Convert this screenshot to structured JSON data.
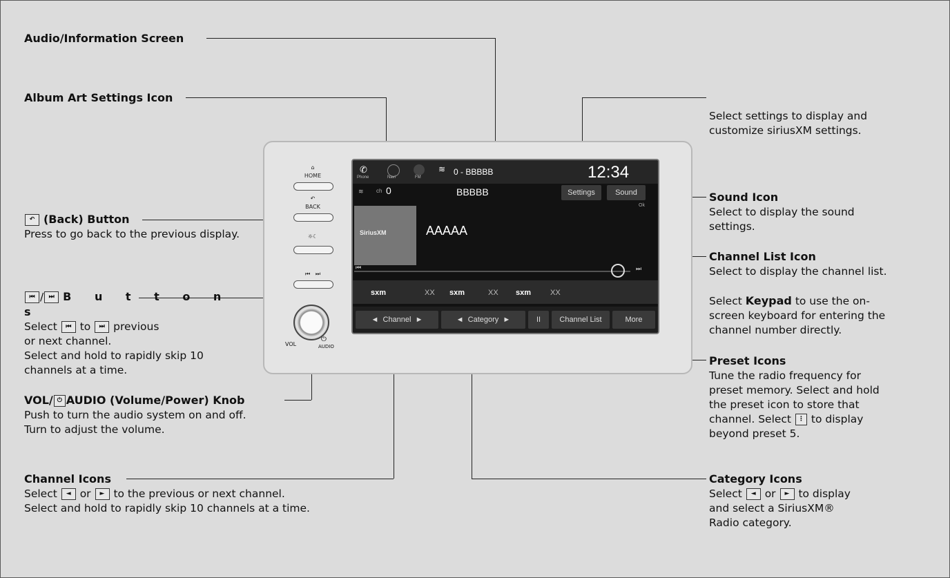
{
  "callouts": {
    "audio_screen": "Audio/Information Screen",
    "album_art": "Album Art Settings Icon",
    "settings_desc": "Select settings to display and customize siriusXM settings.",
    "back_button": "(Back) Button",
    "back_desc": "Press to go back to the previous display.",
    "skip_title": "B u t t o n s",
    "skip_l1a": "Select",
    "skip_l1b": "to",
    "skip_l1c": "previous",
    "skip_l2": "or next channel.",
    "skip_l3": "Select and hold to rapidly skip 10",
    "skip_l4": "channels at a time.",
    "vol_title_a": "VOL/",
    "vol_title_b": "AUDIO (Volume/Power) Knob",
    "vol_l1": "Push to turn the audio system on and off.",
    "vol_l2": "Turn to adjust the volume.",
    "channel_title": "Channel Icons",
    "channel_l1a": "Select",
    "channel_l1b": "or",
    "channel_l1c": "to the previous or next channel.",
    "channel_l2": "Select and hold to rapidly skip 10 channels at a time.",
    "sound_title": "Sound Icon",
    "sound_l1": "Select to display the sound",
    "sound_l2": "settings.",
    "list_title": "Channel List Icon",
    "list_l1": "Select to display the channel list.",
    "list_l2a": "Select",
    "list_l2b": "Keypad",
    "list_l2c": "to use the on-",
    "list_l3": "screen keyboard for entering the",
    "list_l4": "channel number directly.",
    "preset_title": "Preset Icons",
    "preset_l1": "Tune the radio frequency for",
    "preset_l2": "preset memory. Select and hold",
    "preset_l3": "the preset icon to store that",
    "preset_l4a": "channel. Select",
    "preset_l4b": "to display",
    "preset_l5": "beyond preset 5.",
    "category_title": "Category Icons",
    "category_l1a": "Select",
    "category_l1b": "or",
    "category_l1c": "to display",
    "category_l2": "and select a SiriusXM®",
    "category_l3": "Radio category."
  },
  "head_unit": {
    "home": "HOME",
    "back": "BACK",
    "vol": "VOL",
    "audio": "AUDIO"
  },
  "screen": {
    "status_text": "0 - BBBBB",
    "clock": "12:34",
    "nav_phone": "Phone",
    "nav_navi": "Navi",
    "nav_fm": "FM",
    "ch_label": "ch",
    "ch_value": "0",
    "station": "BBBBB",
    "settings_btn": "Settings",
    "sound_btn": "Sound",
    "logo": "SiriusXM",
    "track": "AAAAA",
    "ok": "Ok",
    "preset_logo": "sxm",
    "preset_value": "XX",
    "channel_btn": "Channel",
    "category_btn": "Category",
    "pause": "II",
    "list_btn": "Channel List",
    "more_btn": "More"
  }
}
